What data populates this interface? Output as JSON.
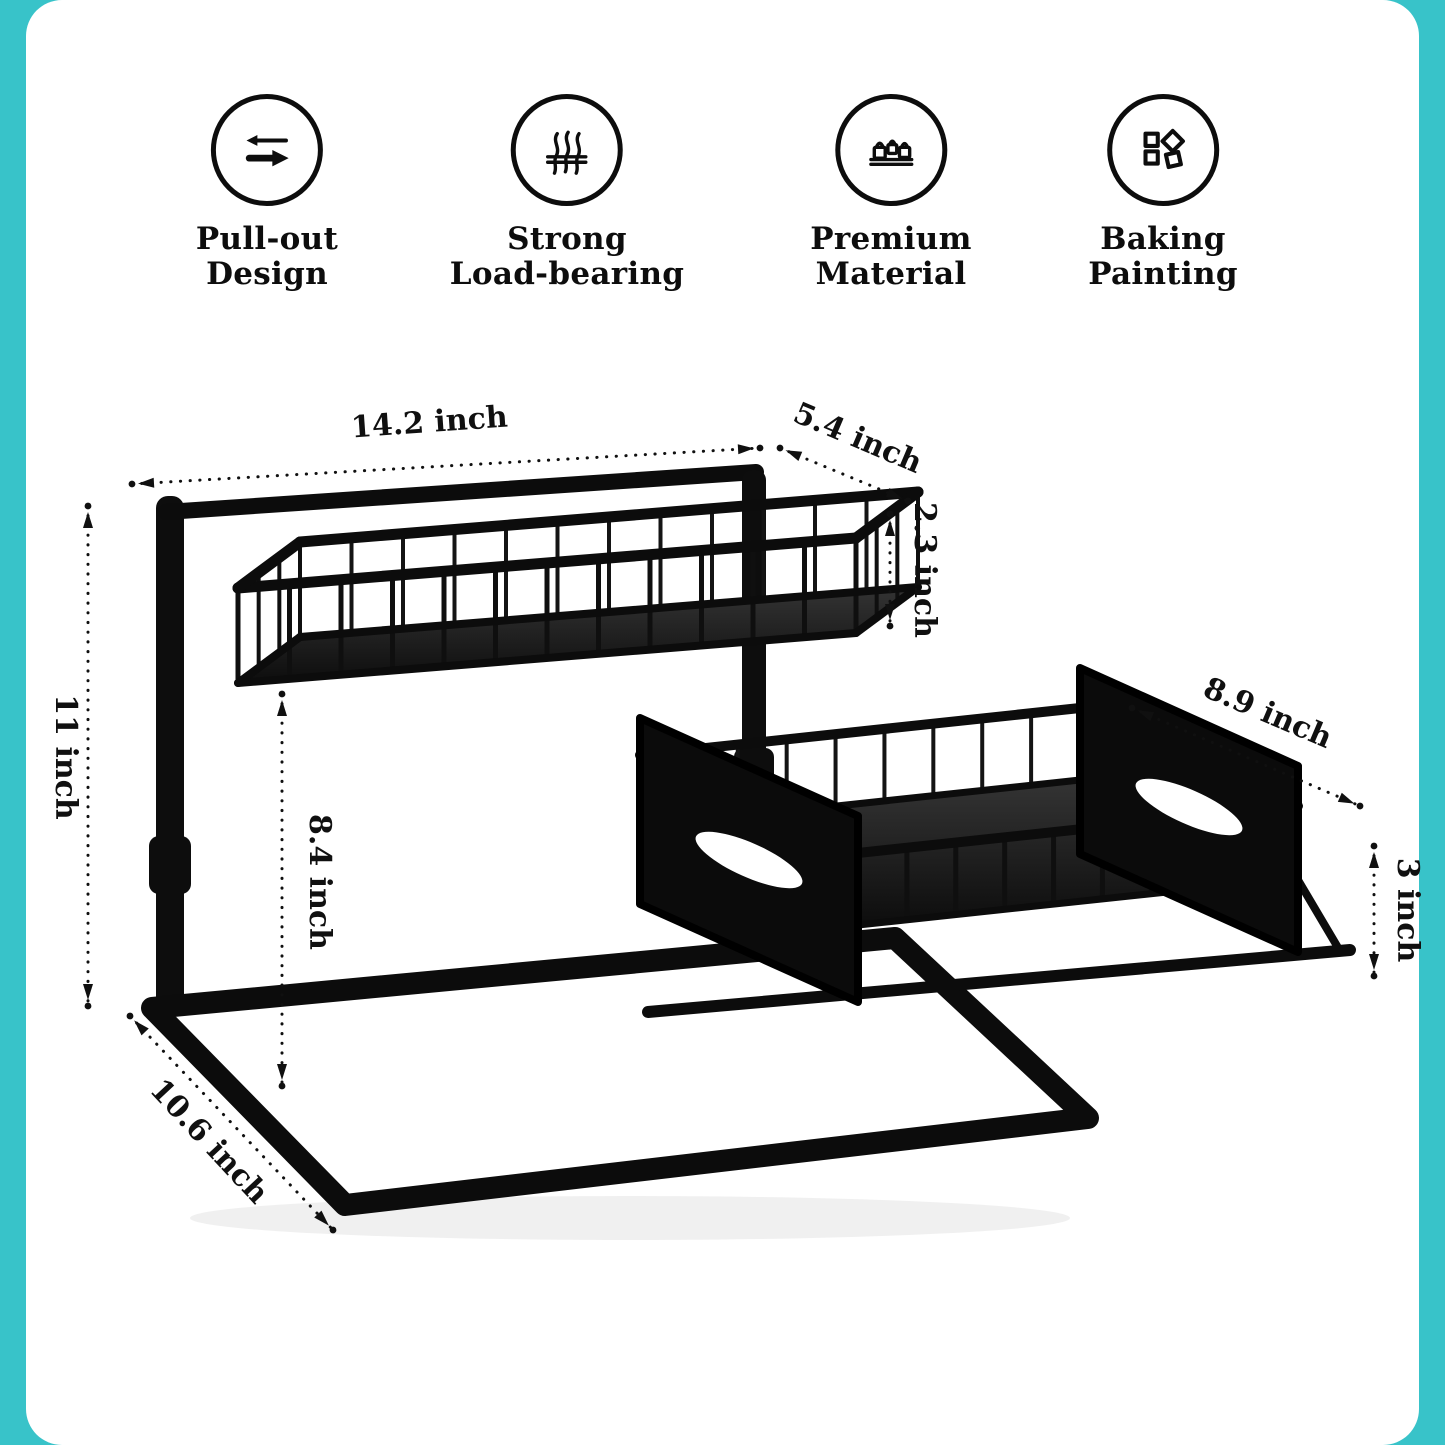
{
  "features": [
    {
      "icon": "pull-out-icon",
      "lines": [
        "Pull-out",
        "Design"
      ]
    },
    {
      "icon": "load-bearing-icon",
      "lines": [
        "Strong",
        "Load-bearing"
      ]
    },
    {
      "icon": "weights-icon",
      "lines": [
        "Premium",
        "Material"
      ]
    },
    {
      "icon": "shapes-icon",
      "lines": [
        "Baking",
        "Painting"
      ]
    }
  ],
  "dimensions": {
    "top_width": "14.2 inch",
    "top_depth": "5.4 inch",
    "top_height": "2.3 inch",
    "frame_height": "11 inch",
    "clearance_height": "8.4 inch",
    "tray_depth": "8.9 inch",
    "tray_height": "3 inch",
    "base_depth": "10.6 inch"
  },
  "colors": {
    "accent": "#38c3c9",
    "ink": "#101010",
    "background": "#ffffff"
  }
}
